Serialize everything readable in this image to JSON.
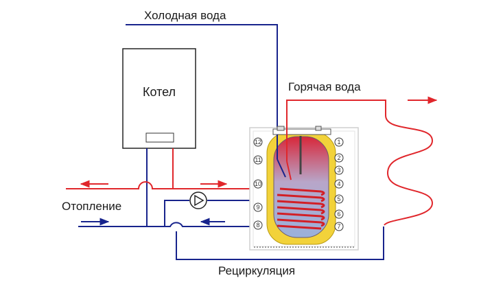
{
  "labels": {
    "cold_water": "Холодная вода",
    "boiler": "Котел",
    "hot_water": "Горячая вода",
    "heating": "Отопление",
    "recirculation": "Рециркуляция"
  },
  "port_numbers": {
    "left": [
      "12",
      "11",
      "10",
      "9",
      "8"
    ],
    "right": [
      "1",
      "2",
      "3",
      "4",
      "5",
      "6",
      "7"
    ]
  },
  "colors": {
    "hot": "#e0262b",
    "cold": "#17238c",
    "tank_yellow": "#f2d23a",
    "tank_inner": "#a7b9dc",
    "frame": "#d8d8d8"
  }
}
